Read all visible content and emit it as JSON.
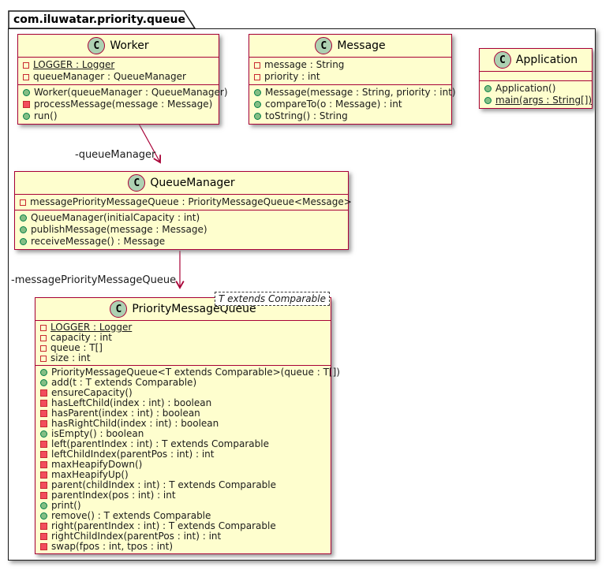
{
  "package": {
    "title": "com.iluwatar.priority.queue"
  },
  "colors": {
    "class_background": "#FEFECE",
    "class_border": "#A80036",
    "package_border": "#181818",
    "public_icon_fill": "#84BE84",
    "public_icon_border": "#038048",
    "private_icon_fill": "#F24D5C",
    "private_icon_border": "#C82930",
    "class_badge_fill": "#ADD1B2"
  },
  "type_parameter": "T extends Comparable",
  "classes": [
    {
      "name": "Worker",
      "badge": "C",
      "fields": [
        {
          "text": "LOGGER : Logger",
          "icon": "field-private",
          "static": true
        },
        {
          "text": "queueManager : QueueManager",
          "icon": "field-private",
          "static": false
        }
      ],
      "methods": [
        {
          "text": "Worker(queueManager : QueueManager)",
          "icon": "method-public",
          "static": false
        },
        {
          "text": "processMessage(message : Message)",
          "icon": "method-private",
          "static": false
        },
        {
          "text": "run()",
          "icon": "method-public",
          "static": false
        }
      ]
    },
    {
      "name": "Message",
      "badge": "C",
      "fields": [
        {
          "text": "message : String",
          "icon": "field-private",
          "static": false
        },
        {
          "text": "priority : int",
          "icon": "field-private",
          "static": false
        }
      ],
      "methods": [
        {
          "text": "Message(message : String, priority : int)",
          "icon": "method-public",
          "static": false
        },
        {
          "text": "compareTo(o : Message) : int",
          "icon": "method-public",
          "static": false
        },
        {
          "text": "toString() : String",
          "icon": "method-public",
          "static": false
        }
      ]
    },
    {
      "name": "Application",
      "badge": "C",
      "fields": [],
      "methods": [
        {
          "text": "Application()",
          "icon": "method-public",
          "static": false
        },
        {
          "text": "main(args : String[])",
          "icon": "method-public",
          "static": true
        }
      ]
    },
    {
      "name": "QueueManager",
      "badge": "C",
      "fields": [
        {
          "text": "messagePriorityMessageQueue : PriorityMessageQueue<Message>",
          "icon": "field-private",
          "static": false
        }
      ],
      "methods": [
        {
          "text": "QueueManager(initialCapacity : int)",
          "icon": "method-public",
          "static": false
        },
        {
          "text": "publishMessage(message : Message)",
          "icon": "method-public",
          "static": false
        },
        {
          "text": "receiveMessage() : Message",
          "icon": "method-public",
          "static": false
        }
      ]
    },
    {
      "name": "PriorityMessageQueue",
      "badge": "C",
      "fields": [
        {
          "text": "LOGGER : Logger",
          "icon": "field-private",
          "static": true
        },
        {
          "text": "capacity : int",
          "icon": "field-private",
          "static": false
        },
        {
          "text": "queue : T[]",
          "icon": "field-private",
          "static": false
        },
        {
          "text": "size : int",
          "icon": "field-private",
          "static": false
        }
      ],
      "methods": [
        {
          "text": "PriorityMessageQueue<T extends Comparable>(queue : T[])",
          "icon": "method-public",
          "static": false
        },
        {
          "text": "add(t : T extends Comparable)",
          "icon": "method-public",
          "static": false
        },
        {
          "text": "ensureCapacity()",
          "icon": "method-private",
          "static": false
        },
        {
          "text": "hasLeftChild(index : int) : boolean",
          "icon": "method-private",
          "static": false
        },
        {
          "text": "hasParent(index : int) : boolean",
          "icon": "method-private",
          "static": false
        },
        {
          "text": "hasRightChild(index : int) : boolean",
          "icon": "method-private",
          "static": false
        },
        {
          "text": "isEmpty() : boolean",
          "icon": "method-public",
          "static": false
        },
        {
          "text": "left(parentIndex : int) : T extends Comparable",
          "icon": "method-private",
          "static": false
        },
        {
          "text": "leftChildIndex(parentPos : int) : int",
          "icon": "method-private",
          "static": false
        },
        {
          "text": "maxHeapifyDown()",
          "icon": "method-private",
          "static": false
        },
        {
          "text": "maxHeapifyUp()",
          "icon": "method-private",
          "static": false
        },
        {
          "text": "parent(childIndex : int) : T extends Comparable",
          "icon": "method-private",
          "static": false
        },
        {
          "text": "parentIndex(pos : int) : int",
          "icon": "method-private",
          "static": false
        },
        {
          "text": "print()",
          "icon": "method-public",
          "static": false
        },
        {
          "text": "remove() : T extends Comparable",
          "icon": "method-public",
          "static": false
        },
        {
          "text": "right(parentIndex : int) : T extends Comparable",
          "icon": "method-private",
          "static": false
        },
        {
          "text": "rightChildIndex(parentPos : int) : int",
          "icon": "method-private",
          "static": false
        },
        {
          "text": "swap(fpos : int, tpos : int)",
          "icon": "method-private",
          "static": false
        }
      ]
    }
  ],
  "edges": [
    {
      "label": "-queueManager",
      "from": "Worker",
      "to": "QueueManager"
    },
    {
      "label": "-messagePriorityMessageQueue",
      "from": "QueueManager",
      "to": "PriorityMessageQueue"
    }
  ]
}
